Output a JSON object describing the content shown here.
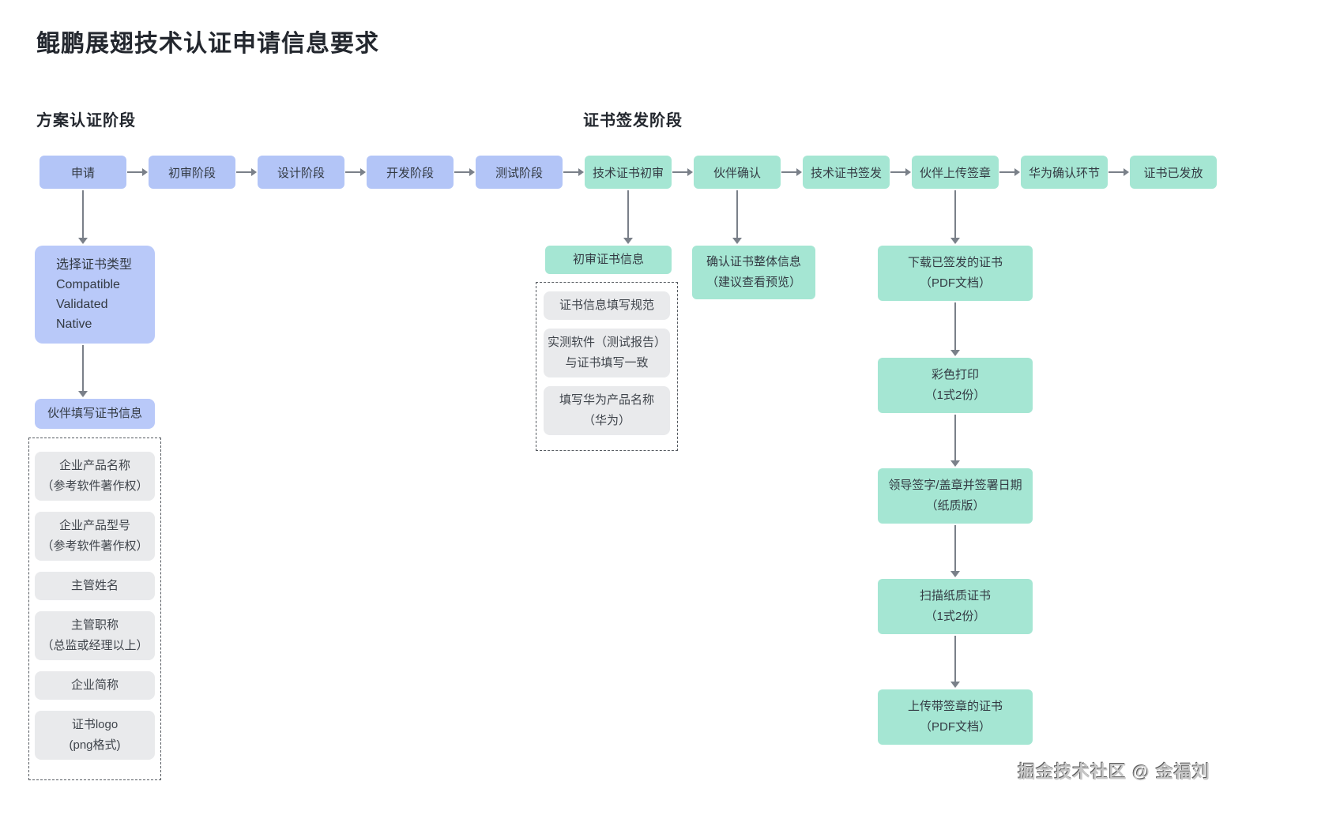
{
  "title": "鲲鹏展翅技术认证申请信息要求",
  "sections": {
    "plan": "方案认证阶段",
    "issue": "证书签发阶段"
  },
  "colors": {
    "blue_node": "#b3c5f7",
    "teal_node": "#a5e6d3",
    "gray_item": "#e9eaec",
    "arrow": "#7a8089"
  },
  "topflow": {
    "steps": [
      {
        "label": "申请",
        "type": "blue"
      },
      {
        "label": "初审阶段",
        "type": "blue"
      },
      {
        "label": "设计阶段",
        "type": "blue"
      },
      {
        "label": "开发阶段",
        "type": "blue"
      },
      {
        "label": "测试阶段",
        "type": "blue"
      },
      {
        "label": "技术证书初审",
        "type": "teal"
      },
      {
        "label": "伙伴确认",
        "type": "teal"
      },
      {
        "label": "技术证书签发",
        "type": "teal"
      },
      {
        "label": "伙伴上传签章",
        "type": "teal"
      },
      {
        "label": "华为确认环节",
        "type": "teal"
      },
      {
        "label": "证书已发放",
        "type": "teal"
      }
    ]
  },
  "apply_branch": {
    "cert_type_lines": [
      "选择证书类型",
      "Compatible",
      "Validated",
      "Native"
    ],
    "partner_fill_label": "伙伴填写证书信息",
    "fields": [
      {
        "lines": [
          "企业产品名称",
          "（参考软件著作权）"
        ]
      },
      {
        "lines": [
          "企业产品型号",
          "（参考软件著作权）"
        ]
      },
      {
        "lines": [
          "主管姓名"
        ]
      },
      {
        "lines": [
          "主管职称",
          "（总监或经理以上）"
        ]
      },
      {
        "lines": [
          "企业简称"
        ]
      },
      {
        "lines": [
          "证书logo",
          "(png格式)"
        ]
      }
    ]
  },
  "review_branch": {
    "header_label": "初审证书信息",
    "items": [
      {
        "lines": [
          "证书信息填写规范"
        ]
      },
      {
        "lines": [
          "实测软件（测试报告）",
          "与证书填写一致"
        ]
      },
      {
        "lines": [
          "填写华为产品名称",
          "（华为）"
        ]
      }
    ]
  },
  "confirm_branch": {
    "lines": [
      "确认证书整体信息",
      "（建议查看预览）"
    ]
  },
  "sign_upload_branch": {
    "steps": [
      {
        "lines": [
          "下载已签发的证书",
          "（PDF文档）"
        ]
      },
      {
        "lines": [
          "彩色打印",
          "（1式2份）"
        ]
      },
      {
        "lines": [
          "领导签字/盖章并签署日期",
          "（纸质版）"
        ]
      },
      {
        "lines": [
          "扫描纸质证书",
          "（1式2份）"
        ]
      },
      {
        "lines": [
          "上传带签章的证书",
          "（PDF文档）"
        ]
      }
    ]
  },
  "watermark": "掘金技术社区 @ 金福刘"
}
